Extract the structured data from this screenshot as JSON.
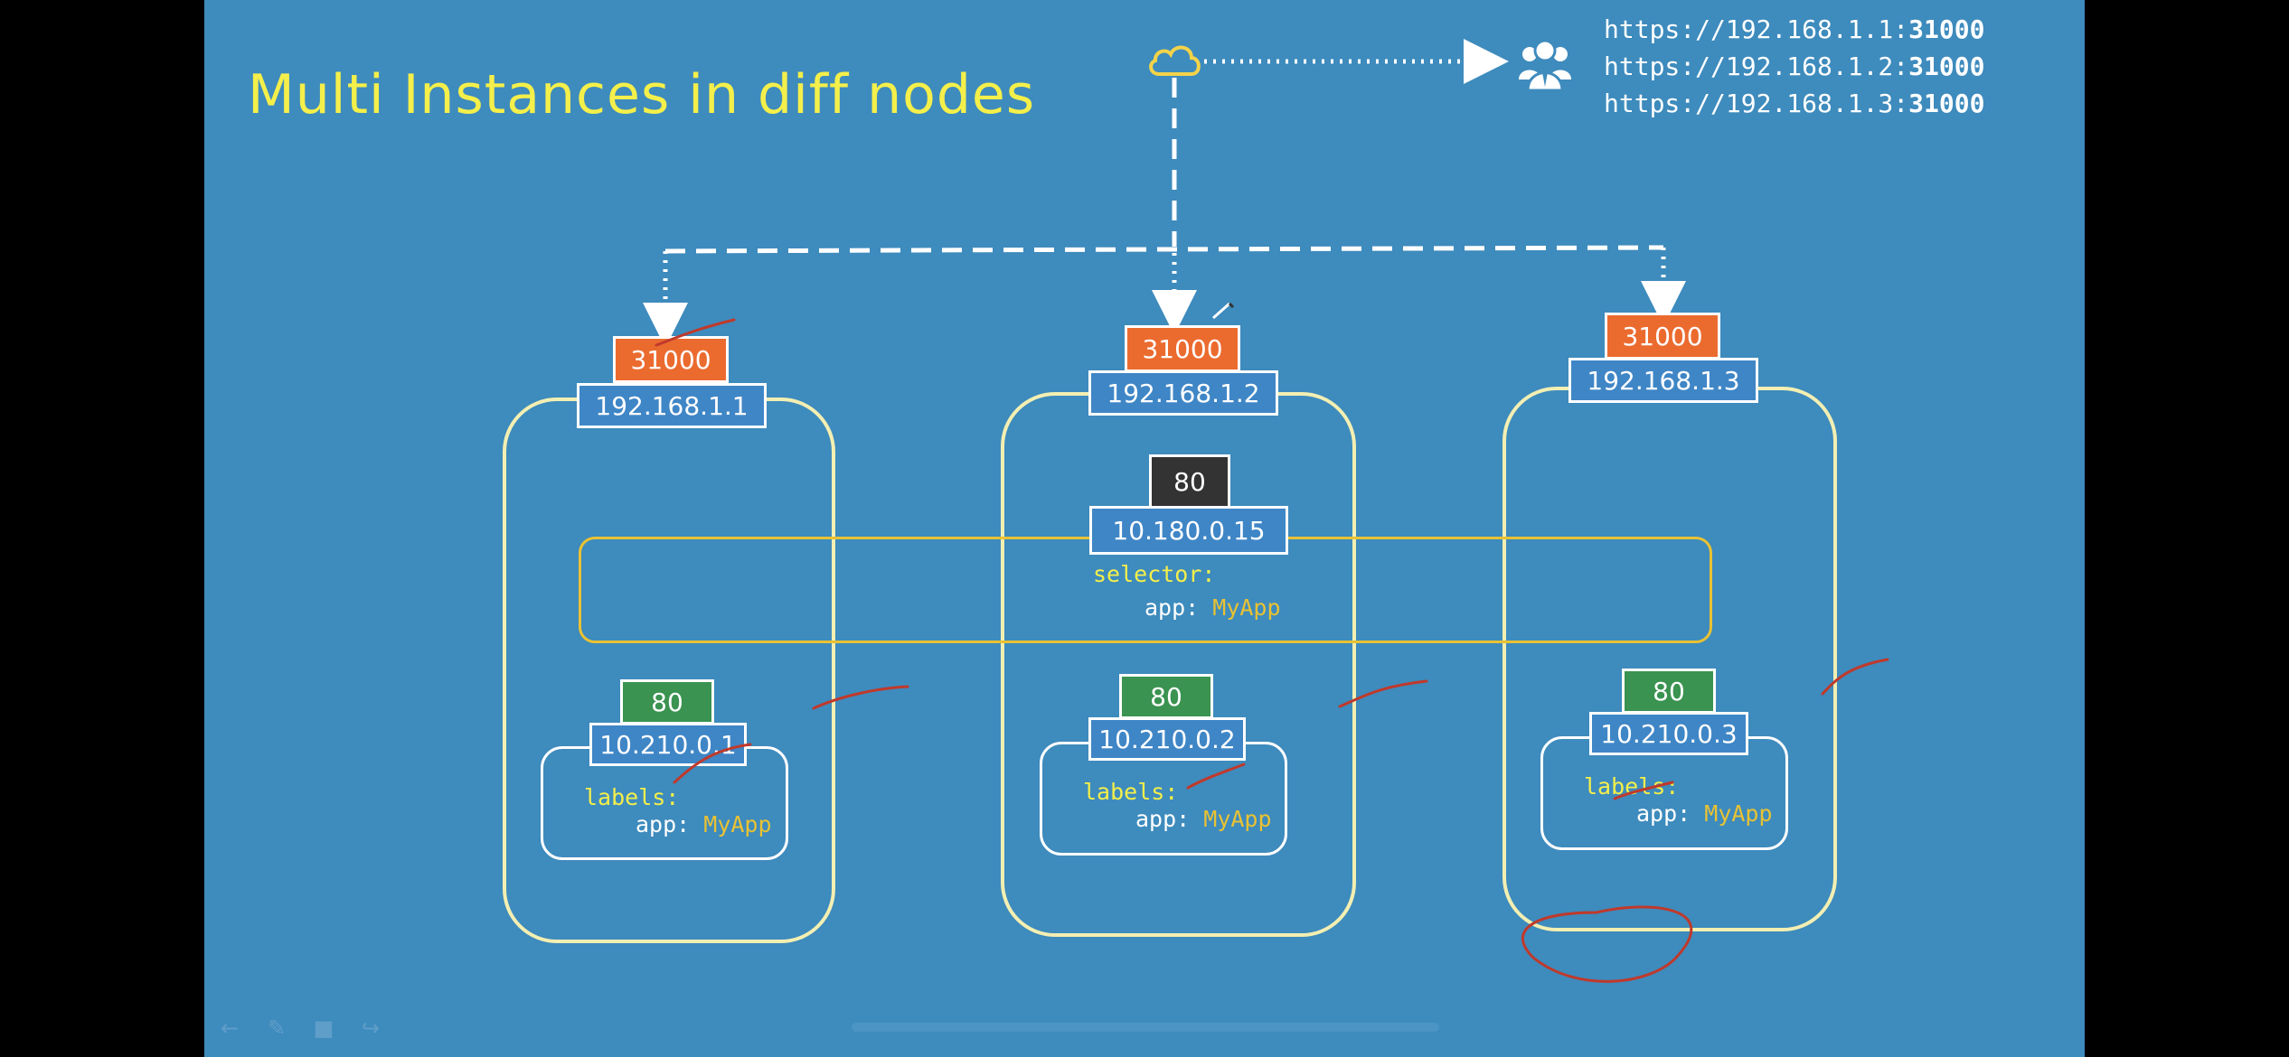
{
  "slide": {
    "title": "Multi Instances in diff nodes",
    "urls": [
      {
        "prefix": "https://192.168.1.1:",
        "port": "31000"
      },
      {
        "prefix": "https://192.168.1.2:",
        "port": "31000"
      },
      {
        "prefix": "https://192.168.1.3:",
        "port": "31000"
      }
    ]
  },
  "nodes": [
    {
      "node_port": "31000",
      "node_ip": "192.168.1.1",
      "pod_port": "80",
      "pod_ip": "10.210.0.1",
      "labels_key": "labels:",
      "app_key": "app:",
      "app_value": "MyApp"
    },
    {
      "node_port": "31000",
      "node_ip": "192.168.1.2",
      "pod_port": "80",
      "pod_ip": "10.210.0.2",
      "labels_key": "labels:",
      "app_key": "app:",
      "app_value": "MyApp"
    },
    {
      "node_port": "31000",
      "node_ip": "192.168.1.3",
      "pod_port": "80",
      "pod_ip": "10.210.0.3",
      "labels_key": "labels:",
      "app_key": "app:",
      "app_value": "MyApp"
    }
  ],
  "service": {
    "port": "80",
    "cluster_ip": "10.180.0.15",
    "selector_key": "selector:",
    "app_key": "app:",
    "app_value": "MyApp"
  },
  "icons": {
    "cloud": "cloud-icon",
    "user": "user-group-icon",
    "pen_cursor": "pen-cursor-icon"
  },
  "colors": {
    "background": "#3e8bbd",
    "title": "#f4ef4a",
    "node_port": "#eb6b2f",
    "pod_port": "#3a9350",
    "service_port": "#333333",
    "ip_box": "#3f86c6",
    "selector": "#e9c233",
    "annotation": "#c0392b"
  }
}
